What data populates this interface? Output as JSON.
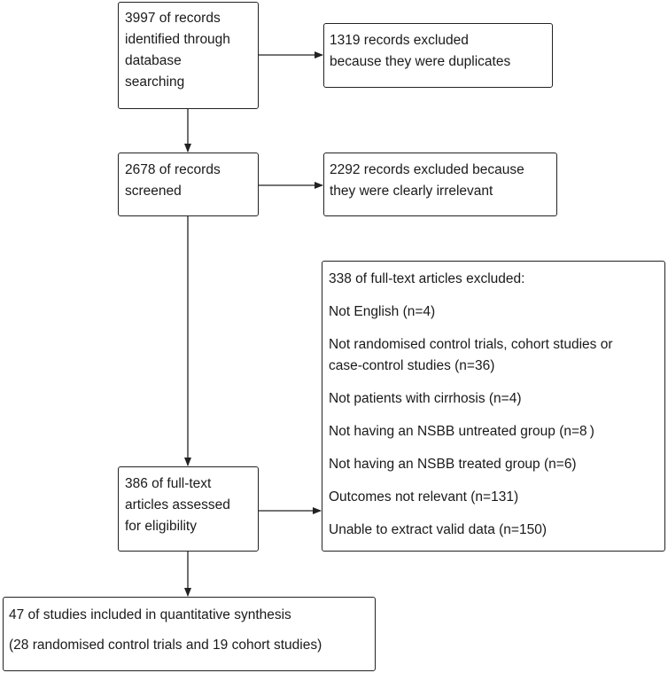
{
  "flow": {
    "identified": {
      "lines": [
        "3997 of records",
        "identified through",
        "database",
        "searching"
      ]
    },
    "duplicates": {
      "lines": [
        "1319 records excluded",
        "because they were duplicates"
      ]
    },
    "screened": {
      "lines": [
        "2678 of records",
        "screened"
      ]
    },
    "irrelevant": {
      "lines": [
        "2292 records excluded because",
        "they were clearly irrelevant"
      ]
    },
    "fulltext_excluded": {
      "title": "338 of full-text articles excluded:",
      "reasons": [
        "Not English (n=4)",
        "Not randomised control trials, cohort studies or",
        "case-control studies (n=36)",
        "Not patients with cirrhosis (n=4)",
        "Not having an NSBB untreated group (n=8 )",
        "Not having an NSBB treated group (n=6)",
        "Outcomes not relevant (n=131)",
        "Unable to extract valid data (n=150)"
      ]
    },
    "assessed": {
      "lines": [
        "386 of full-text",
        "articles assessed",
        "for eligibility"
      ]
    },
    "included": {
      "lines": [
        "47 of studies included in quantitative synthesis",
        "(28 randomised control trials and 19 cohort studies)"
      ]
    }
  }
}
